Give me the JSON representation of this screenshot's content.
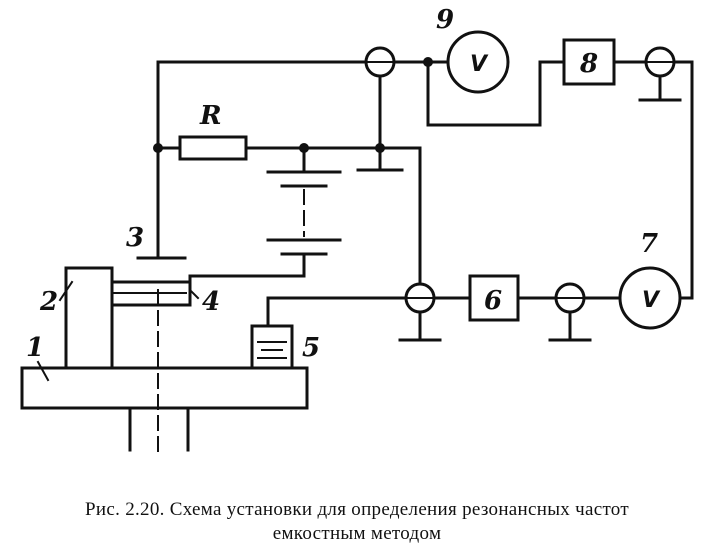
{
  "labels": {
    "resistor": "R",
    "l1": "1",
    "l2": "2",
    "l3": "3",
    "l4": "4",
    "l5": "5",
    "l6": "6",
    "l7": "7",
    "l8": "8",
    "l9": "9"
  },
  "meter_symbols": {
    "top": "V",
    "bottom": "V"
  },
  "caption": {
    "line1": "Рис. 2.20. Схема установки для определения резонансных частот",
    "line2": "емкостным методом"
  }
}
